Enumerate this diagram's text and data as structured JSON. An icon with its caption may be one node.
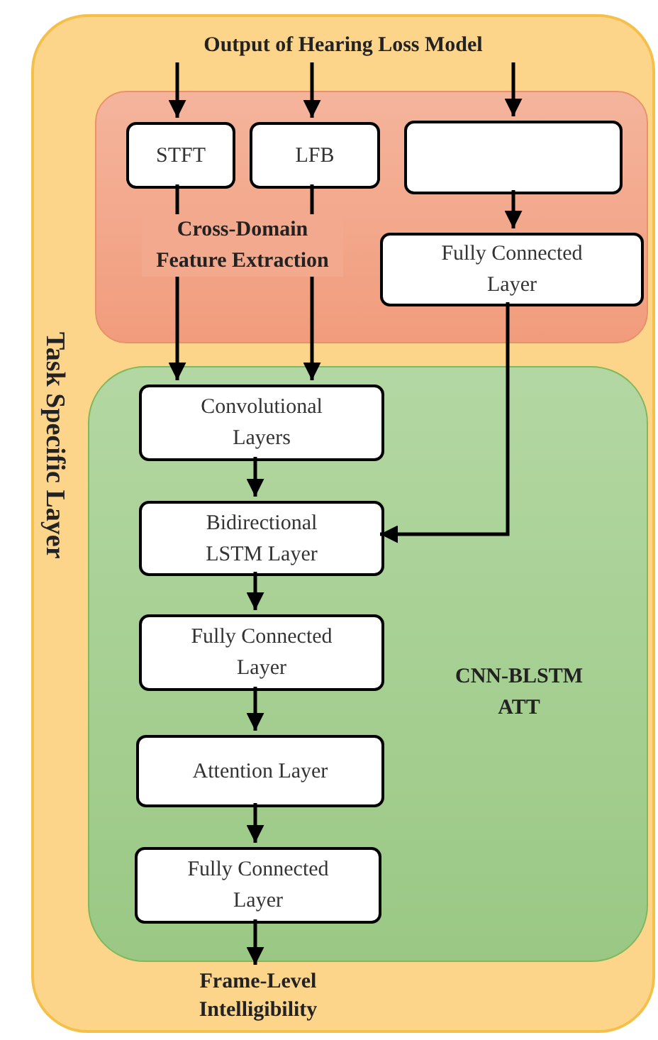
{
  "diagram": {
    "nodes": [
      {
        "text": [
          "Task Specific Layer"
        ]
      },
      {
        "text": [
          "Output of Hearing Loss Model"
        ],
        "in": 0
      },
      {
        "text": [
          "Cross-Domain Feature Extraction"
        ],
        "in": 0
      },
      {
        "text": [
          "STFT"
        ],
        "in": 2
      },
      {
        "text": [
          "LFB"
        ],
        "in": 2
      },
      {
        "text": [],
        "shape": "box",
        "in": 2
      },
      {
        "text": [
          "Fully Connected Layer"
        ],
        "in": 2
      },
      {
        "text": [
          "CNN-BLSTM ATT"
        ],
        "in": 0
      },
      {
        "text": [
          "Convolutional Layers"
        ],
        "in": 7
      },
      {
        "text": [
          "Bidirectional LSTM Layer"
        ],
        "in": 7
      },
      {
        "text": [
          "Fully Connected Layer"
        ],
        "in": 7
      },
      {
        "text": [
          "Attention Layer"
        ],
        "in": 7
      },
      {
        "text": [
          "Fully Connected Layer"
        ],
        "in": 7
      },
      {
        "text": [
          "Frame-Level Intelligibility"
        ],
        "in": 0
      }
    ],
    "edges": [
      {
        "from": 1,
        "to": 3,
        "arrow": "to"
      },
      {
        "from": 1,
        "to": 4,
        "arrow": "to"
      },
      {
        "from": 1,
        "to": 5,
        "arrow": "to"
      },
      {
        "from": 5,
        "to": 6,
        "arrow": "to"
      },
      {
        "from": 3,
        "to": 8,
        "arrow": "to"
      },
      {
        "from": 4,
        "to": 8,
        "arrow": "to"
      },
      {
        "from": 6,
        "to": 9,
        "arrow": "to"
      },
      {
        "from": 8,
        "to": 9,
        "arrow": "to"
      },
      {
        "from": 9,
        "to": 10,
        "arrow": "to"
      },
      {
        "from": 10,
        "to": 11,
        "arrow": "to"
      },
      {
        "from": 11,
        "to": 12,
        "arrow": "to"
      },
      {
        "from": 12,
        "to": 13,
        "arrow": "to"
      }
    ]
  }
}
